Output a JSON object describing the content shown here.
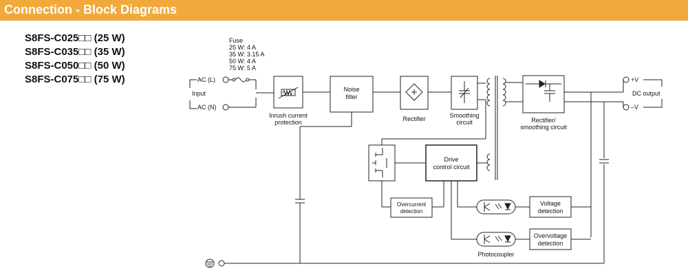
{
  "header": {
    "title": "Connection - Block Diagrams",
    "color": "#f0a93a"
  },
  "models": [
    "S8FS-C025□□ (25 W)",
    "S8FS-C035□□ (35 W)",
    "S8FS-C050□□ (50 W)",
    "S8FS-C075□□ (75 W)"
  ],
  "fuse": {
    "title": "Fuse",
    "ratings": [
      "25 W: 4 A",
      "35 W: 3.15 A",
      "50 W: 4 A",
      "75 W: 5 A"
    ]
  },
  "input": {
    "label": "Input",
    "ac_l": "AC (L)",
    "ac_n": "AC (N)"
  },
  "blocks": {
    "inrush": [
      "Inrush current",
      "protection"
    ],
    "noise": [
      "Noise",
      "filter"
    ],
    "rectifier": "Rectifier",
    "smoothing": [
      "Smoothing",
      "circuit"
    ],
    "rect_smooth": [
      "Rectifier/",
      "smoothing circuit"
    ],
    "drive": [
      "Drive",
      "control circuit"
    ],
    "overcurrent": [
      "Overcurrent",
      "detection"
    ],
    "voltage": [
      "Voltage",
      "detection"
    ],
    "overvoltage": [
      "Overvoltage",
      "detection"
    ],
    "photocoupler": "Photocoupler"
  },
  "output": {
    "plus": "+V",
    "minus": "–V",
    "label": "DC output"
  },
  "icons": [
    "fuse-icon",
    "thermistor-icon",
    "bridge-rectifier-icon",
    "capacitor-icon",
    "transformer-icon",
    "diode-icon",
    "mosfet-icon",
    "optocoupler-icon",
    "ground-icon"
  ]
}
